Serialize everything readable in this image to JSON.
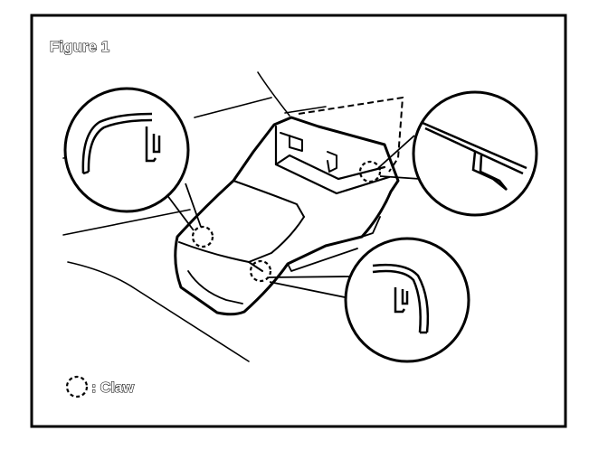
{
  "figure": {
    "title": "Figure 1"
  },
  "legend": {
    "symbol": "dashed-circle",
    "label": ": Claw"
  },
  "colors": {
    "line": "#000000",
    "background": "#ffffff"
  }
}
